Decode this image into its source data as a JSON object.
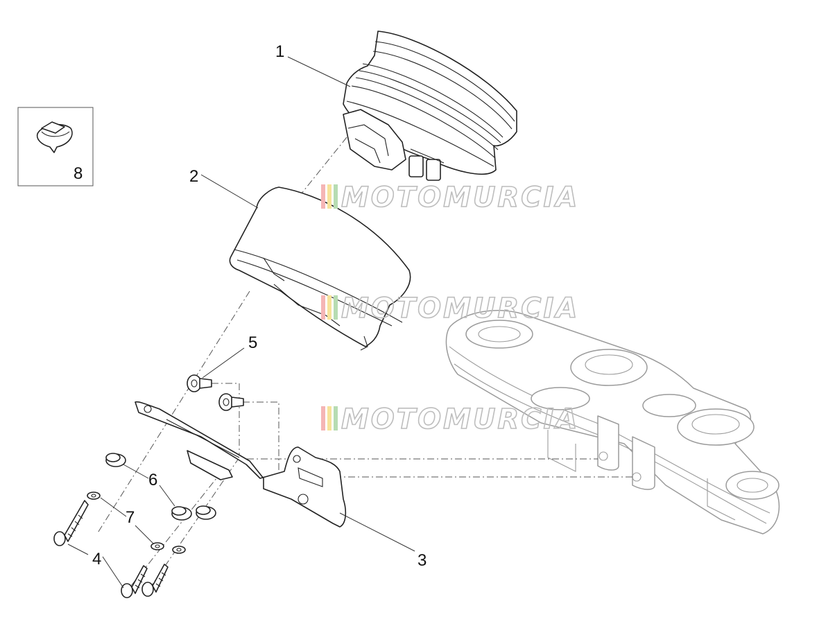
{
  "callouts": [
    {
      "id": "1",
      "label": "1"
    },
    {
      "id": "2",
      "label": "2"
    },
    {
      "id": "3",
      "label": "3"
    },
    {
      "id": "4",
      "label": "4"
    },
    {
      "id": "5",
      "label": "5"
    },
    {
      "id": "6",
      "label": "6"
    },
    {
      "id": "7",
      "label": "7"
    },
    {
      "id": "8",
      "label": "8"
    }
  ],
  "watermark": {
    "text": "MOTOMURCIA",
    "colors": [
      "#f5b5b5",
      "#f7e39a",
      "#b7dcb2"
    ],
    "outline_color": "#bdbdbd"
  }
}
